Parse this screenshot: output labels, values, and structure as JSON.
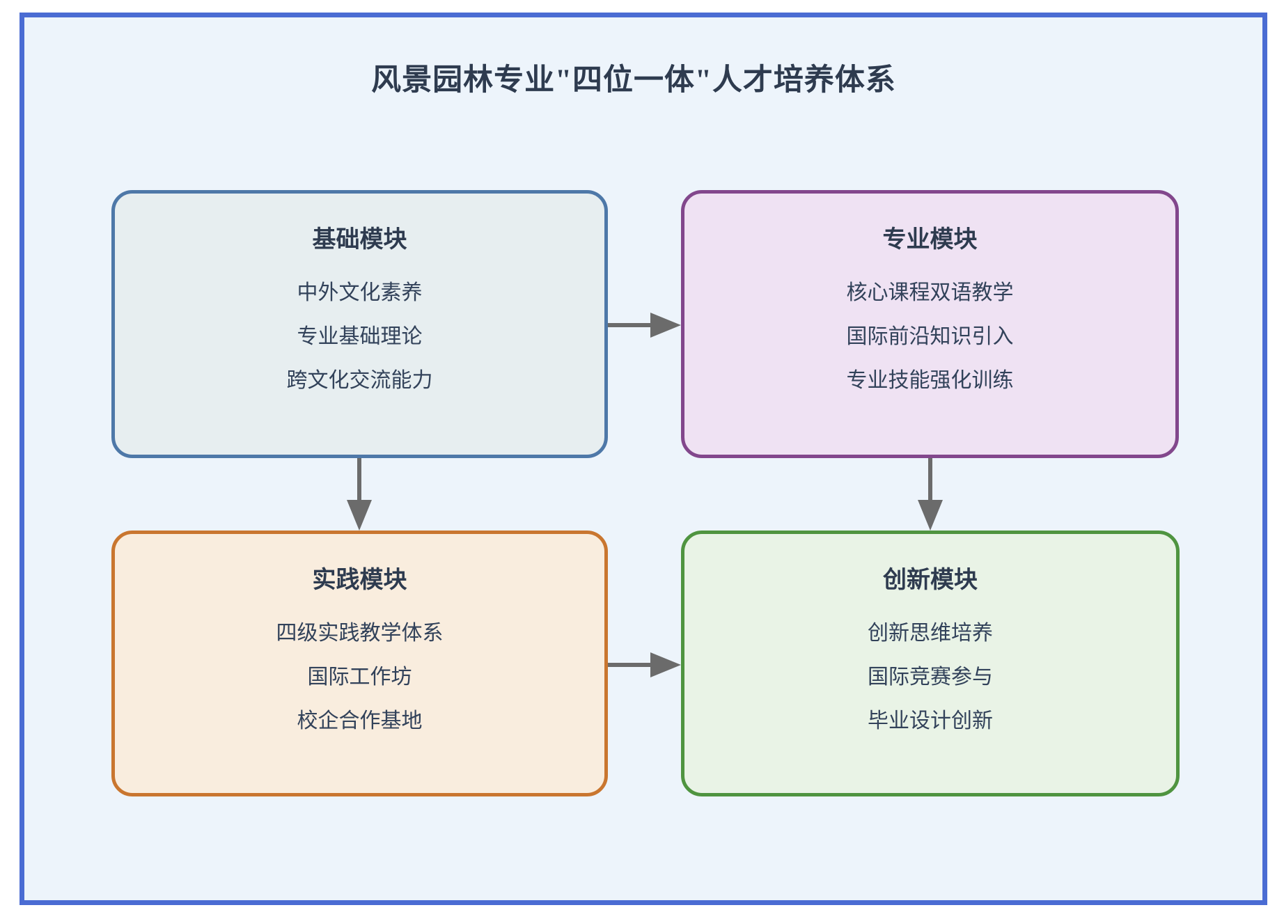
{
  "page": {
    "title": "风景园林专业\"四位一体\"人才培养体系",
    "background_color": "#edf4fb",
    "frame_border_color": "#4a6cd3",
    "title_color": "#2e3b4f",
    "arrow_color": "#6b6b6b"
  },
  "modules": [
    {
      "id": "foundation",
      "title": "基础模块",
      "items": [
        "中外文化素养",
        "专业基础理论",
        "跨文化交流能力"
      ],
      "border_color": "#4e78a8",
      "bg_color": "#e7eef0"
    },
    {
      "id": "professional",
      "title": "专业模块",
      "items": [
        "核心课程双语教学",
        "国际前沿知识引入",
        "专业技能强化训练"
      ],
      "border_color": "#82478c",
      "bg_color": "#efe2f3"
    },
    {
      "id": "practice",
      "title": "实践模块",
      "items": [
        "四级实践教学体系",
        "国际工作坊",
        "校企合作基地"
      ],
      "border_color": "#c9762f",
      "bg_color": "#f9edde"
    },
    {
      "id": "innovation",
      "title": "创新模块",
      "items": [
        "创新思维培养",
        "国际竞赛参与",
        "毕业设计创新"
      ],
      "border_color": "#4f9440",
      "bg_color": "#e9f3e6"
    }
  ],
  "arrows": [
    {
      "from": "foundation",
      "to": "professional",
      "direction": "right"
    },
    {
      "from": "foundation",
      "to": "practice",
      "direction": "down"
    },
    {
      "from": "professional",
      "to": "innovation",
      "direction": "down"
    },
    {
      "from": "practice",
      "to": "innovation",
      "direction": "right"
    }
  ]
}
